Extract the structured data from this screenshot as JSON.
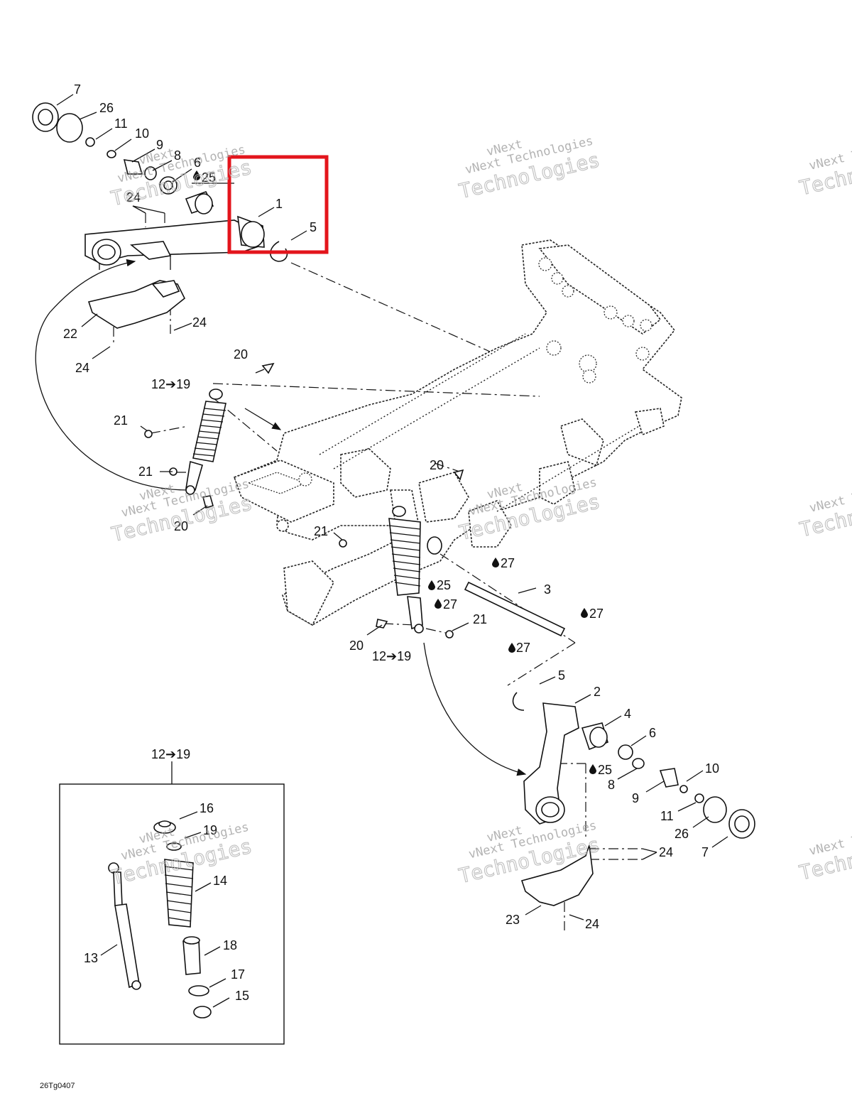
{
  "drawing_code": "26Tg0407",
  "watermark": {
    "line1": "vNext",
    "line2": "vNext Technologies",
    "line3": "Technologies"
  },
  "colors": {
    "highlight": "#e3151c",
    "ink": "#111111"
  },
  "callouts": {
    "c1": "1",
    "c2": "2",
    "c3": "3",
    "c4": "4",
    "c5a": "5",
    "c5b": "5",
    "c6a": "6",
    "c6b": "6",
    "c7a": "7",
    "c7b": "7",
    "c8a": "8",
    "c8b": "8",
    "c9a": "9",
    "c9b": "9",
    "c10a": "10",
    "c10b": "10",
    "c11a": "11",
    "c11b": "11",
    "c12a": "12➔19",
    "c12b": "12➔19",
    "c12c": "12➔19",
    "c13": "13",
    "c14": "14",
    "c15": "15",
    "c16": "16",
    "c17": "17",
    "c18": "18",
    "c19": "19",
    "c20a": "20",
    "c20b": "20",
    "c20c": "20",
    "c20d": "20",
    "c21a": "21",
    "c21b": "21",
    "c21c": "21",
    "c21d": "21",
    "c22": "22",
    "c23": "23",
    "c24a": "24",
    "c24b": "24",
    "c24c": "24",
    "c24d": "24",
    "c24e": "24",
    "c25a": "25",
    "c25b": "25",
    "c25c": "25",
    "c26a": "26",
    "c26b": "26",
    "c27a": "27",
    "c27b": "27",
    "c27c": "27",
    "c27d": "27"
  }
}
